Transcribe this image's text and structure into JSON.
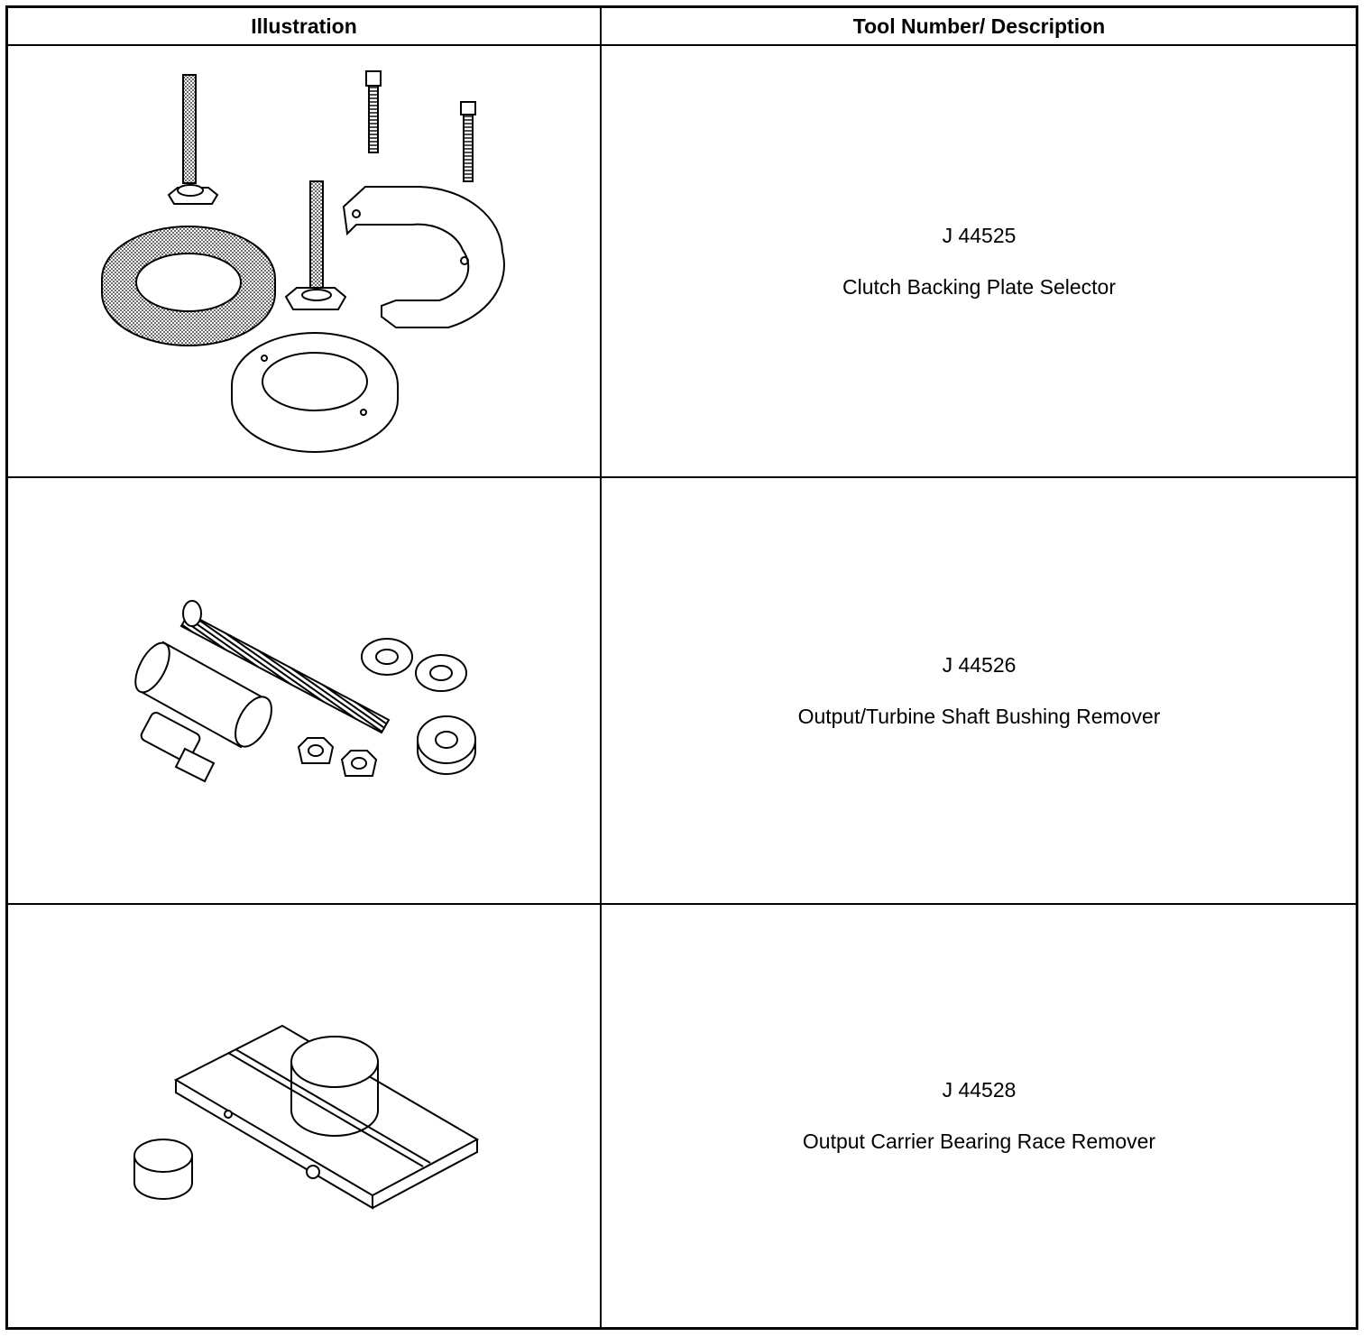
{
  "table": {
    "headers": [
      "Illustration",
      "Tool Number/ Description"
    ],
    "rows": [
      {
        "tool_number": "J 44525",
        "description": "Clutch Backing Plate Selector",
        "icon": "clutch-backing-plate-selector-illustration"
      },
      {
        "tool_number": "J 44526",
        "description": "Output/Turbine Shaft Bushing Remover",
        "icon": "shaft-bushing-remover-illustration"
      },
      {
        "tool_number": "J 44528",
        "description": "Output Carrier Bearing Race Remover",
        "icon": "bearing-race-remover-illustration"
      }
    ]
  }
}
